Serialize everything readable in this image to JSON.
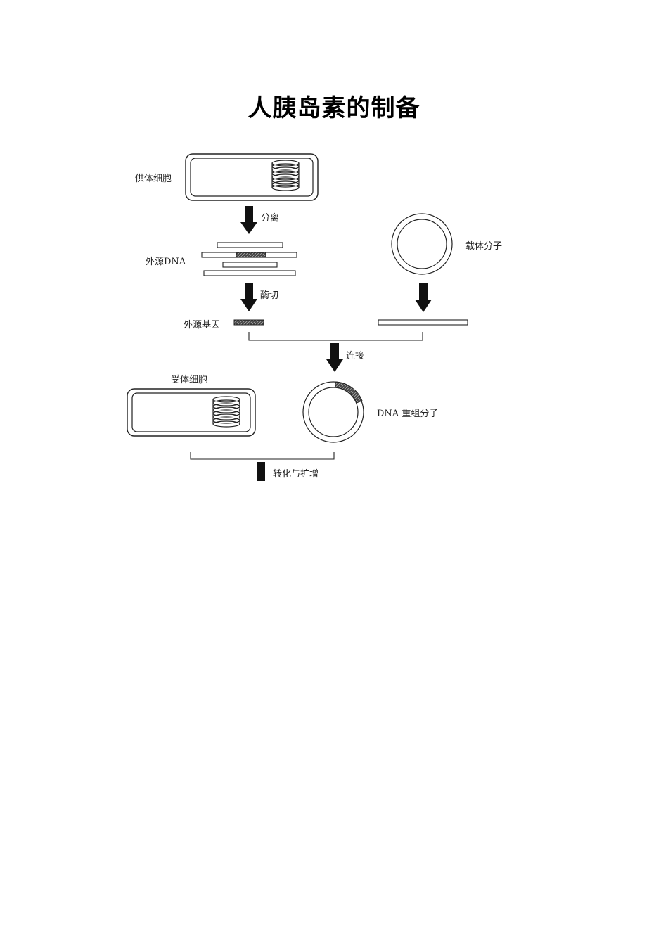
{
  "title": "人胰岛素的制备",
  "labels": {
    "donor_cell": "供体细胞",
    "separation": "分离",
    "foreign_dna": "外源DNA",
    "vector_molecule": "载体分子",
    "enzyme_cut": "酶切",
    "foreign_gene": "外源基因",
    "ligation": "连接",
    "recipient_cell": "受体细胞",
    "recombinant_dna": "DNA 重组分子",
    "transform_amplify": "转化与扩增"
  },
  "colors": {
    "line": "#222222",
    "arrow": "#111111",
    "hatched_fill": "#555555",
    "background": "#ffffff"
  }
}
